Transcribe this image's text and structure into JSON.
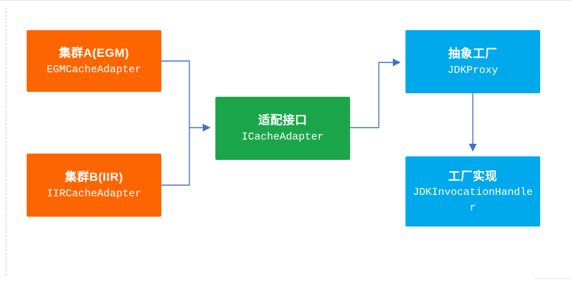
{
  "diagram": {
    "title": "Cache adapter pattern diagram",
    "nodes": [
      {
        "id": "egm",
        "title": "集群A(EGM)",
        "subtitle": "EGMCacheAdapter",
        "color": "#FD6500",
        "role": "cluster-a"
      },
      {
        "id": "iir",
        "title": "集群B(IIR)",
        "subtitle": "IIRCacheAdapter",
        "color": "#FD6500",
        "role": "cluster-b"
      },
      {
        "id": "adapter",
        "title": "适配接口",
        "subtitle": "ICacheAdapter",
        "color": "#1CA64A",
        "role": "adapter-interface"
      },
      {
        "id": "proxy",
        "title": "抽象工厂",
        "subtitle": "JDKProxy",
        "color": "#00A8EC",
        "role": "abstract-factory"
      },
      {
        "id": "handler",
        "title": "工厂实现",
        "subtitle": "JDKInvocationHandler",
        "color": "#00A8EC",
        "role": "factory-implementation"
      }
    ],
    "edges": [
      {
        "from": "egm",
        "to": "adapter"
      },
      {
        "from": "iir",
        "to": "adapter"
      },
      {
        "from": "adapter",
        "to": "proxy"
      },
      {
        "from": "proxy",
        "to": "handler"
      }
    ],
    "connector_color": "#4472C4"
  }
}
